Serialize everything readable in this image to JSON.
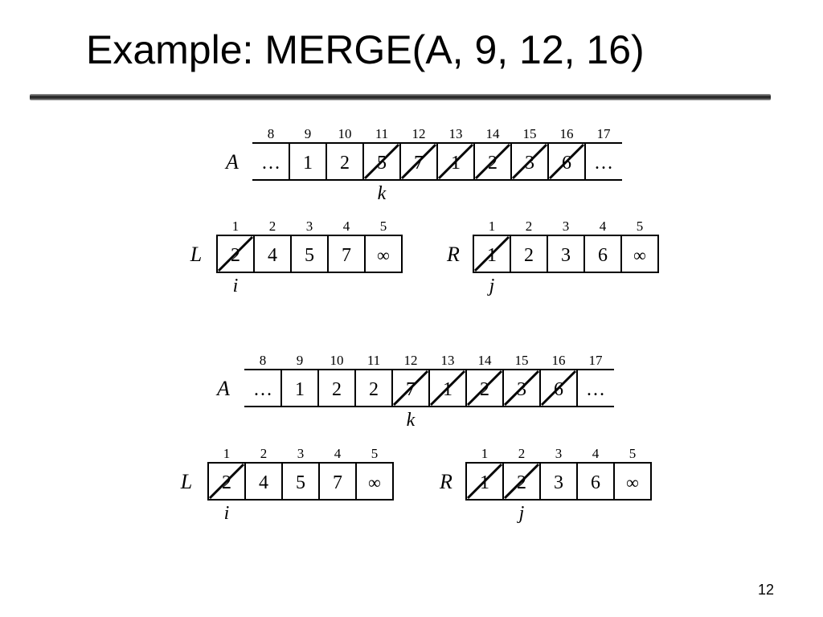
{
  "slide": {
    "title": "Example: MERGE(A, 9, 12, 16)",
    "page_number": "12"
  },
  "steps": [
    {
      "A": {
        "name": "A",
        "indices": [
          "8",
          "9",
          "10",
          "11",
          "12",
          "13",
          "14",
          "15",
          "16",
          "17"
        ],
        "cells": [
          "…",
          "1",
          "2",
          "5",
          "7",
          "1",
          "2",
          "3",
          "6",
          "…"
        ],
        "crossed": [
          false,
          false,
          false,
          true,
          true,
          true,
          true,
          true,
          true,
          false
        ],
        "pointer_label": "k",
        "pointer_index": 3
      },
      "L": {
        "name": "L",
        "indices": [
          "1",
          "2",
          "3",
          "4",
          "5"
        ],
        "cells": [
          "2",
          "4",
          "5",
          "7",
          "∞"
        ],
        "crossed": [
          true,
          false,
          false,
          false,
          false
        ],
        "pointer_label": "i",
        "pointer_index": 1
      },
      "R": {
        "name": "R",
        "indices": [
          "1",
          "2",
          "3",
          "4",
          "5"
        ],
        "cells": [
          "1",
          "2",
          "3",
          "6",
          "∞"
        ],
        "crossed": [
          true,
          false,
          false,
          false,
          false
        ],
        "pointer_label": "j",
        "pointer_index": 1
      }
    },
    {
      "A": {
        "name": "A",
        "indices": [
          "8",
          "9",
          "10",
          "11",
          "12",
          "13",
          "14",
          "15",
          "16",
          "17"
        ],
        "cells": [
          "…",
          "1",
          "2",
          "2",
          "7",
          "1",
          "2",
          "3",
          "6",
          "…"
        ],
        "crossed": [
          false,
          false,
          false,
          false,
          true,
          true,
          true,
          true,
          true,
          false
        ],
        "pointer_label": "k",
        "pointer_index": 4
      },
      "L": {
        "name": "L",
        "indices": [
          "1",
          "2",
          "3",
          "4",
          "5"
        ],
        "cells": [
          "2",
          "4",
          "5",
          "7",
          "∞"
        ],
        "crossed": [
          true,
          false,
          false,
          false,
          false
        ],
        "pointer_label": "i",
        "pointer_index": 1
      },
      "R": {
        "name": "R",
        "indices": [
          "1",
          "2",
          "3",
          "4",
          "5"
        ],
        "cells": [
          "1",
          "2",
          "3",
          "6",
          "∞"
        ],
        "crossed": [
          true,
          true,
          false,
          false,
          false
        ],
        "pointer_label": "j",
        "pointer_index": 2
      }
    }
  ]
}
